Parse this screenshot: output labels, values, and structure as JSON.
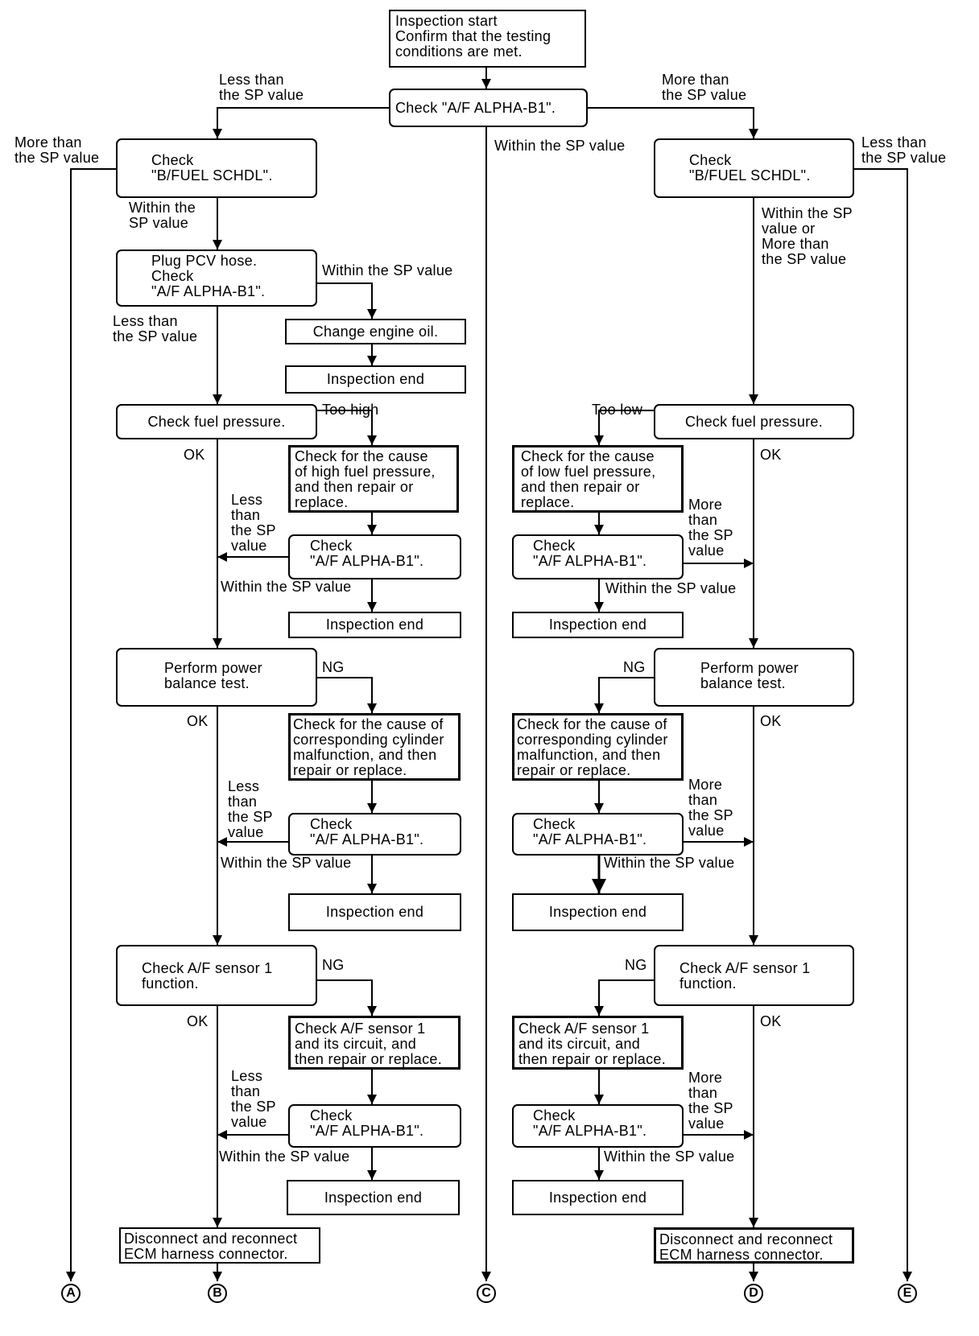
{
  "nodes": {
    "start": "Inspection start\nConfirm that the testing\nconditions are met.",
    "check_af_main": "Check \"A/F ALPHA-B1\".",
    "l_bfuel": "Check\n\"B/FUEL SCHDL\".",
    "r_bfuel": "Check\n\"B/FUEL SCHDL\".",
    "l_pcv": "Plug PCV hose.\nCheck\n\"A/F ALPHA-B1\".",
    "l_oil": "Change engine oil.",
    "l_end_oil": "Inspection end",
    "l_fuel": "Check fuel pressure.",
    "r_fuel": "Check fuel pressure.",
    "l_high": "Check for the cause\nof high fuel pressure,\nand then repair or\nreplace.",
    "r_low": "Check for the cause\nof low fuel pressure,\nand then repair or\nreplace.",
    "l_af1": "Check\n\"A/F ALPHA-B1\".",
    "r_af1": "Check\n\"A/F ALPHA-B1\".",
    "l_end1": "Inspection end",
    "r_end1": "Inspection end",
    "l_power": "Perform power\nbalance test.",
    "r_power": "Perform power\nbalance test.",
    "l_cyl": "Check for the cause of\ncorresponding cylinder\nmalfunction, and then\nrepair or replace.",
    "r_cyl": "Check for the cause of\ncorresponding cylinder\nmalfunction, and then\nrepair or replace.",
    "l_af2": "Check\n\"A/F ALPHA-B1\".",
    "r_af2": "Check\n\"A/F ALPHA-B1\".",
    "l_end2": "Inspection end",
    "r_end2": "Inspection end",
    "l_sensor": "Check A/F sensor 1\nfunction.",
    "r_sensor": "Check A/F sensor 1\nfunction.",
    "l_circ": "Check A/F sensor 1\nand its circuit, and\nthen repair or replace.",
    "r_circ": "Check A/F sensor 1\nand its circuit, and\nthen repair or replace.",
    "l_af3": "Check\n\"A/F ALPHA-B1\".",
    "r_af3": "Check\n\"A/F ALPHA-B1\".",
    "l_end3": "Inspection end",
    "r_end3": "Inspection end",
    "l_ecm": "Disconnect and reconnect\nECM harness connector.",
    "r_ecm": "Disconnect and reconnect\nECM harness connector."
  },
  "labels": {
    "main_less": "Less than\nthe SP value",
    "main_more": "More than\nthe SP value",
    "main_within": "Within the SP value",
    "l_bfuel_more": "More than\nthe SP value",
    "l_bfuel_within": "Within the\nSP value",
    "r_bfuel_less": "Less than\nthe SP value",
    "r_bfuel_within": "Within the SP\nvalue or\nMore than\nthe SP value",
    "l_pcv_within": "Within the SP value",
    "l_pcv_less": "Less than\nthe SP value",
    "l_fuel_high": "Too high",
    "r_fuel_low": "Too low",
    "l_fuel_ok": "OK",
    "r_fuel_ok": "OK",
    "l_af1_less": "Less\nthan\nthe SP\nvalue",
    "r_af1_more": "More\nthan\nthe SP\nvalue",
    "l_af1_within": "Within the SP value",
    "r_af1_within": "Within the SP value",
    "l_power_ng": "NG",
    "r_power_ng": "NG",
    "l_power_ok": "OK",
    "r_power_ok": "OK",
    "l_af2_less": "Less\nthan\nthe SP\nvalue",
    "r_af2_more": "More\nthan\nthe SP\nvalue",
    "l_af2_within": "Within the SP value",
    "r_af2_within": "Within the SP value",
    "l_sensor_ng": "NG",
    "r_sensor_ng": "NG",
    "l_sensor_ok": "OK",
    "r_sensor_ok": "OK",
    "l_af3_less": "Less\nthan\nthe SP\nvalue",
    "r_af3_more": "More\nthan\nthe SP\nvalue",
    "l_af3_within": "Within the SP value",
    "r_af3_within": "Within the SP value"
  },
  "connectors": [
    "A",
    "B",
    "C",
    "D",
    "E"
  ]
}
